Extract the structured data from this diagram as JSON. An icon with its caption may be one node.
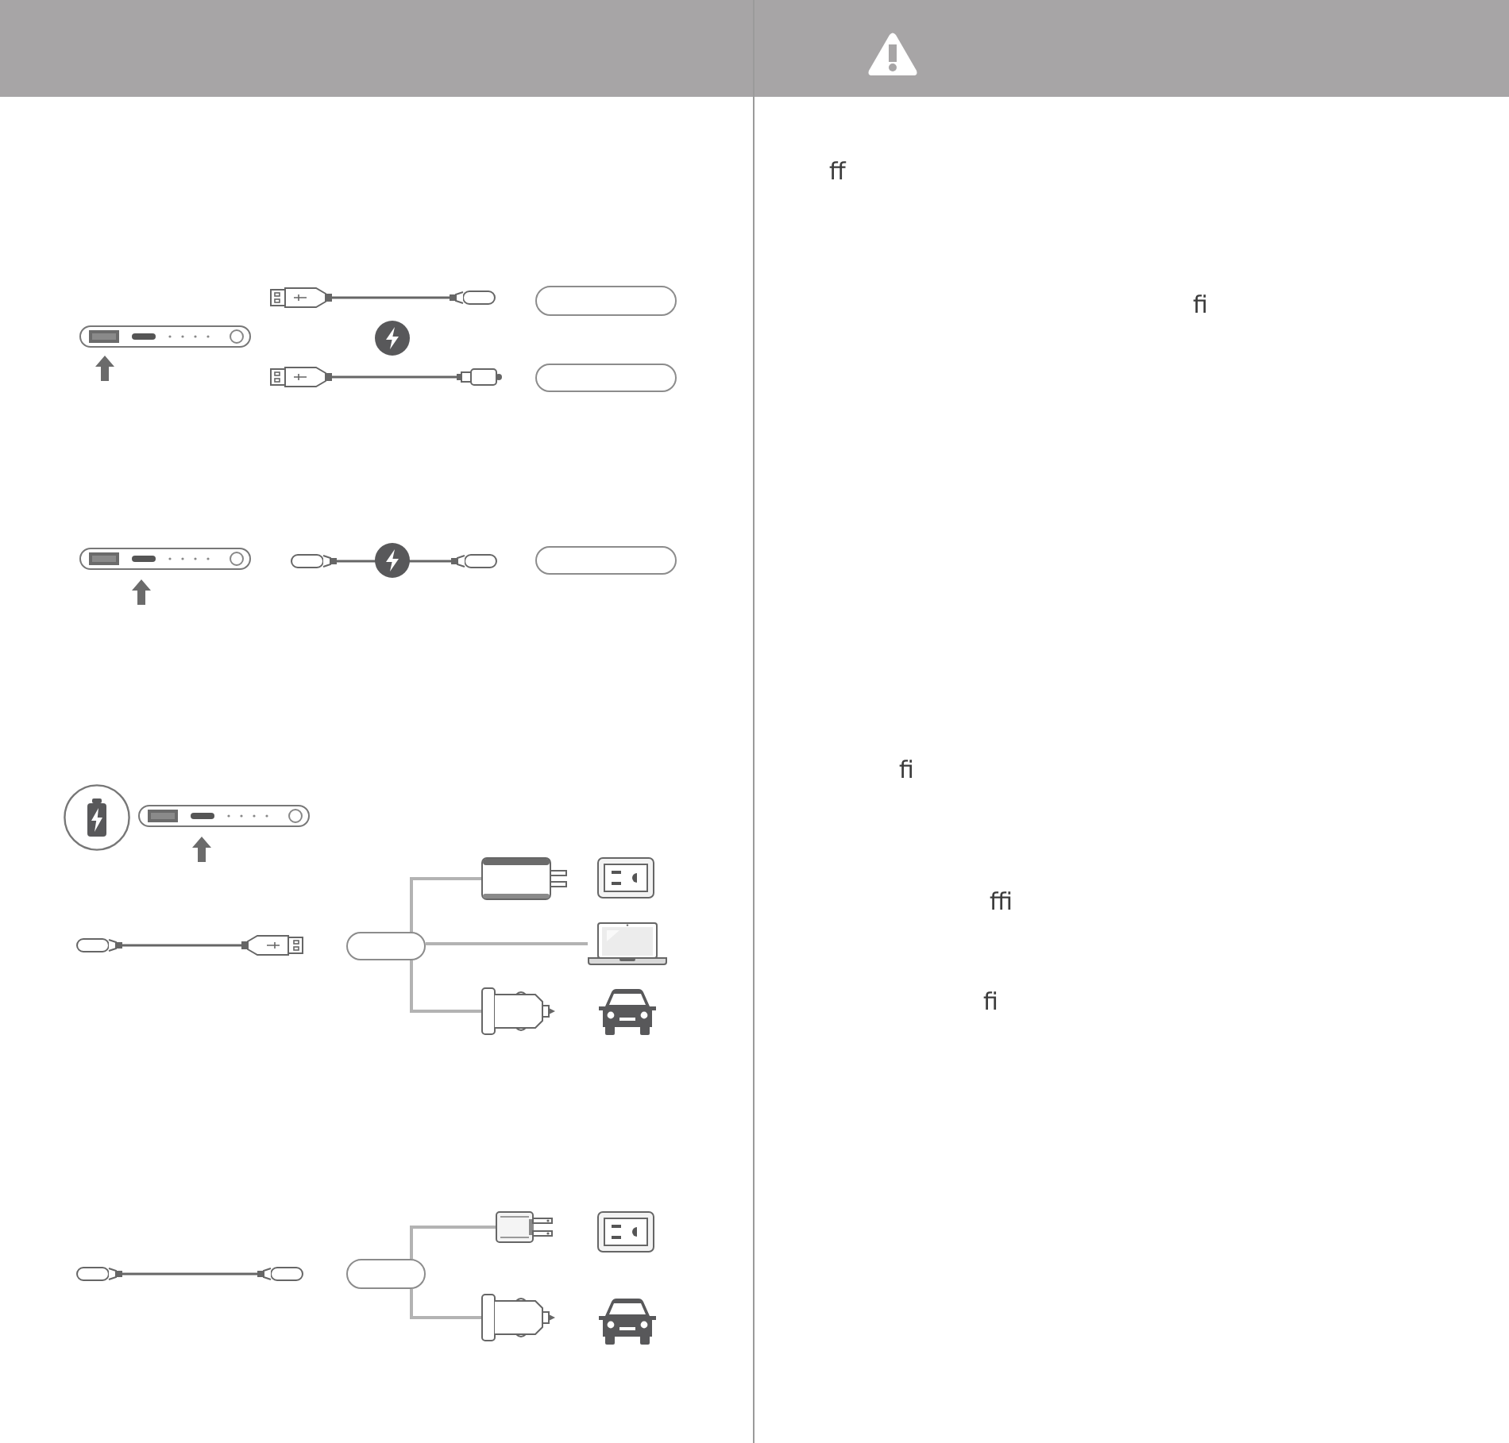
{
  "diagram": {
    "nodes": [
      {
        "text": [],
        "shape": "box"
      },
      {
        "text": [],
        "shape": "box"
      },
      {
        "text": [],
        "shape": "box"
      },
      {
        "text": [],
        "shape": "box"
      },
      {
        "text": [],
        "shape": "picture"
      },
      {
        "text": [],
        "shape": "picture"
      },
      {
        "text": [],
        "shape": "picture"
      },
      {
        "text": [],
        "shape": "box"
      },
      {
        "text": [],
        "shape": "picture"
      },
      {
        "text": [],
        "shape": "picture"
      }
    ],
    "edges": [
      {
        "from": 3,
        "to": 4,
        "arrow": "none"
      },
      {
        "from": 3,
        "to": 5,
        "arrow": "none"
      },
      {
        "from": 3,
        "to": 6,
        "arrow": "none"
      },
      {
        "from": 7,
        "to": 8,
        "arrow": "none"
      },
      {
        "from": 7,
        "to": 9,
        "arrow": "none"
      }
    ],
    "labels": [
      "ff",
      "fi",
      "fi",
      "ffi",
      "fi"
    ]
  }
}
